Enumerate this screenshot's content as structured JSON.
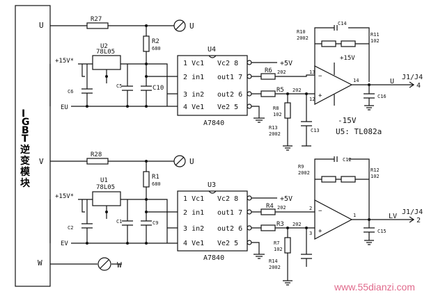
{
  "module_label": [
    "I",
    "G",
    "B",
    "T",
    "逆",
    "变",
    "模",
    "块"
  ],
  "phases": {
    "u": "U",
    "v": "V",
    "w": "W"
  },
  "upper": {
    "res_top": "R27",
    "regulator": {
      "ref": "U2",
      "part": "78L05"
    },
    "supply": "+15V*",
    "r_div": {
      "ref": "R2",
      "val": "680"
    },
    "caps": [
      "C6",
      "C5",
      "C10"
    ],
    "input_label": "EU",
    "iso": {
      "ref": "U4",
      "part": "A7840",
      "left_pins": [
        {
          "n": "1",
          "name": "Vc1"
        },
        {
          "n": "2",
          "name": "in1"
        },
        {
          "n": "3",
          "name": "in2"
        },
        {
          "n": "4",
          "name": "Ve1"
        }
      ],
      "right_pins": [
        {
          "n": "8",
          "name": "Vc2"
        },
        {
          "n": "7",
          "name": "out1"
        },
        {
          "n": "6",
          "name": "out2"
        },
        {
          "n": "5",
          "name": "Ve2"
        }
      ]
    },
    "vcc_label": "+5V",
    "r_out1": {
      "ref": "R6",
      "val": "202"
    },
    "r_out2": {
      "ref": "R5",
      "val": "202"
    },
    "r_gnd1": {
      "ref": "R8",
      "val": "102"
    },
    "r_gnd2": {
      "ref": "R13",
      "val": "2002"
    },
    "cap_gnd": "C13",
    "r_fb1": {
      "ref": "R10",
      "val": "2002"
    },
    "r_fb2": {
      "ref": "R11",
      "val": "102"
    },
    "cap_fb": "C14",
    "opamp": {
      "ref": "U5: TL082a",
      "pin_minus": "13",
      "pin_plus": "12",
      "pin_out": "14",
      "vpos": "+15V",
      "vneg": "-15V"
    },
    "cap_out": "C16",
    "out_label": "U",
    "connector": "J1/J4",
    "connector_pin": "4"
  },
  "lower": {
    "res_top": "R28",
    "regulator": {
      "ref": "U1",
      "part": "78L05"
    },
    "supply": "+15V*",
    "r_div": {
      "ref": "R1",
      "val": "680"
    },
    "caps": [
      "C2",
      "C1",
      "C9"
    ],
    "input_label": "EV",
    "iso": {
      "ref": "U3",
      "part": "A7840",
      "left_pins": [
        {
          "n": "1",
          "name": "Vc1"
        },
        {
          "n": "2",
          "name": "in1"
        },
        {
          "n": "3",
          "name": "in2"
        },
        {
          "n": "4",
          "name": "Ve1"
        }
      ],
      "right_pins": [
        {
          "n": "8",
          "name": "Vc2"
        },
        {
          "n": "7",
          "name": "out1"
        },
        {
          "n": "6",
          "name": "out2"
        },
        {
          "n": "5",
          "name": "Ve2"
        }
      ]
    },
    "vcc_label": "+5V",
    "r_out1": {
      "ref": "R4",
      "val": "202"
    },
    "r_out2": {
      "ref": "R3",
      "val": "202"
    },
    "r_gnd1": {
      "ref": "R7",
      "val": "102"
    },
    "r_gnd2": {
      "ref": "R14",
      "val": "2002"
    },
    "r_fb1": {
      "ref": "R9",
      "val": "2002"
    },
    "r_fb2": {
      "ref": "R12",
      "val": "102"
    },
    "cap_fb": "C12",
    "opamp": {
      "pin_minus": "2",
      "pin_plus": "3",
      "pin_out": "1"
    },
    "cap_out": "C15",
    "out_label": "LV",
    "connector": "J1/J4",
    "connector_pin": "2"
  },
  "watermark": "www.55dianzi.com"
}
